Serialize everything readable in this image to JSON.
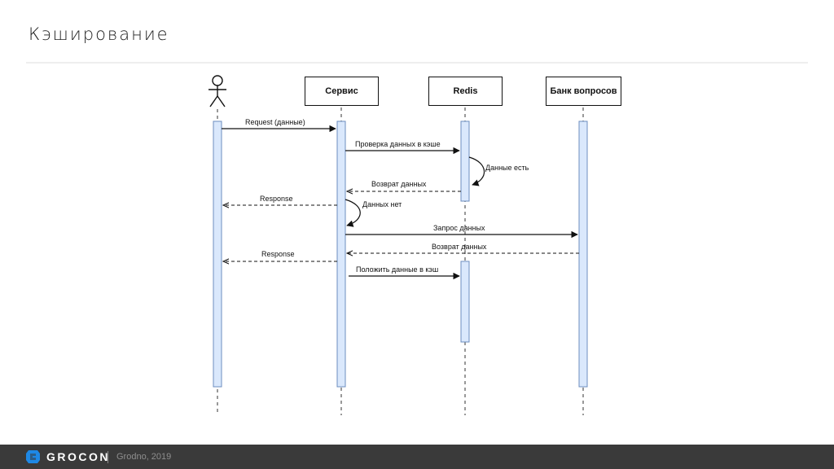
{
  "slide": {
    "title": "Кэширование"
  },
  "diagram": {
    "participants": [
      {
        "id": "actor",
        "label": ""
      },
      {
        "id": "service",
        "label": "Сервис"
      },
      {
        "id": "redis",
        "label": "Redis"
      },
      {
        "id": "bank",
        "label": "Банк вопросов"
      }
    ],
    "messages": [
      {
        "from": "actor",
        "to": "service",
        "label": "Request (данные)",
        "style": "solid"
      },
      {
        "from": "service",
        "to": "redis",
        "label": "Проверка данных в кэше",
        "style": "solid"
      },
      {
        "from": "redis",
        "to": "redis",
        "label": "Данные есть",
        "style": "self"
      },
      {
        "from": "redis",
        "to": "service",
        "label": "Возврат данных",
        "style": "dashed"
      },
      {
        "from": "service",
        "to": "actor",
        "label": "Response",
        "style": "dashed"
      },
      {
        "from": "service",
        "to": "service",
        "label": "Данных нет",
        "style": "self"
      },
      {
        "from": "service",
        "to": "bank",
        "label": "Запрос данных",
        "style": "solid"
      },
      {
        "from": "bank",
        "to": "service",
        "label": "Возврат данных",
        "style": "dashed"
      },
      {
        "from": "service",
        "to": "actor",
        "label": "Response",
        "style": "dashed"
      },
      {
        "from": "service",
        "to": "redis",
        "label": "Положить данные в кэш",
        "style": "solid"
      }
    ]
  },
  "footer": {
    "brand": "GROCON",
    "caption": "Grodno, 2019",
    "bg_color": "#3a3a3a",
    "logo_color": "#1e88e5",
    "logo_icon": "grocon-logo-icon"
  }
}
